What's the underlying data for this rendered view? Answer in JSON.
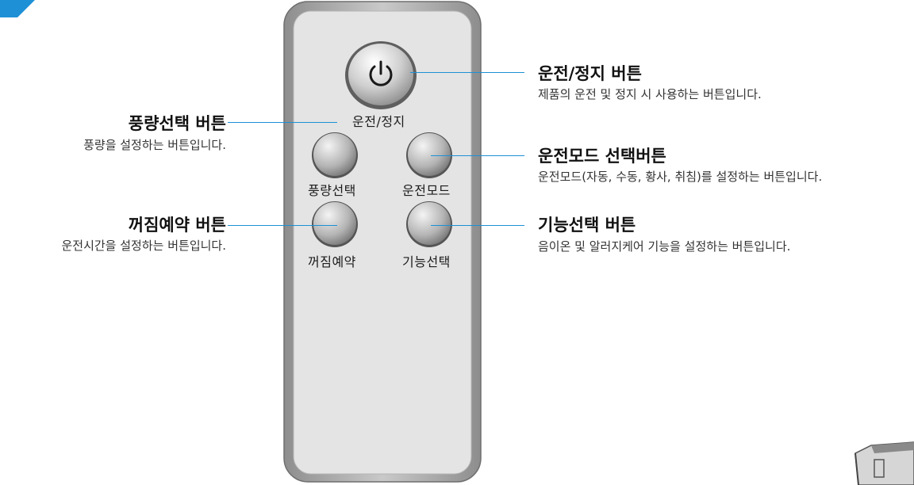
{
  "remote": {
    "buttons": {
      "power": {
        "label": "운전/정지",
        "icon": "power-icon"
      },
      "fan_speed": {
        "label": "풍량선택"
      },
      "mode": {
        "label": "운전모드"
      },
      "off_timer": {
        "label": "꺼짐예약"
      },
      "function": {
        "label": "기능선택"
      }
    }
  },
  "callouts": {
    "power": {
      "title": "운전/정지 버튼",
      "desc": "제품의 운전 및 정지 시 사용하는 버튼입니다."
    },
    "fan_speed": {
      "title": "풍량선택 버튼",
      "desc": "풍량을 설정하는 버튼입니다."
    },
    "mode": {
      "title": "운전모드 선택버튼",
      "desc": "운전모드(자동, 수동, 황사, 취침)를 설정하는 버튼입니다."
    },
    "off_timer": {
      "title": "꺼짐예약 버튼",
      "desc": "운전시간을 설정하는 버튼입니다."
    },
    "function": {
      "title": "기능선택 버튼",
      "desc": "음이온 및 알러지케어 기능을 설정하는 버튼입니다."
    }
  },
  "colors": {
    "leader_line": "#1e90d6",
    "remote_body": "#e4e4e4",
    "remote_rim": "#9a9a9a",
    "button": "#a9a9a9"
  }
}
